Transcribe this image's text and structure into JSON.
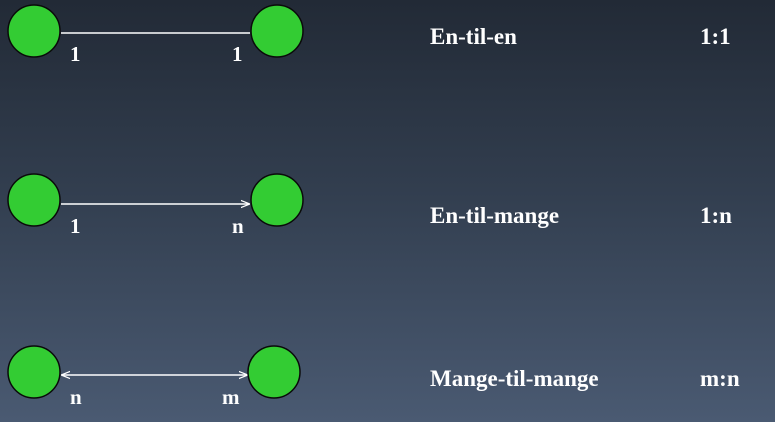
{
  "relationships": [
    {
      "name": "En-til-en",
      "notation": "1:1",
      "left_cardinality": "1",
      "right_cardinality": "1",
      "arrow": "none"
    },
    {
      "name": "En-til-mange",
      "notation": "1:n",
      "left_cardinality": "1",
      "right_cardinality": "n",
      "arrow": "right"
    },
    {
      "name": "Mange-til-mange",
      "notation": "m:n",
      "left_cardinality": "n",
      "right_cardinality": "m",
      "arrow": "both"
    }
  ],
  "colors": {
    "node_fill": "#33cc33",
    "node_stroke": "#0a0a0a",
    "line": "#ffffff",
    "text": "#ffffff",
    "background_top": "#222a36",
    "background_bottom": "#4a5a72"
  }
}
